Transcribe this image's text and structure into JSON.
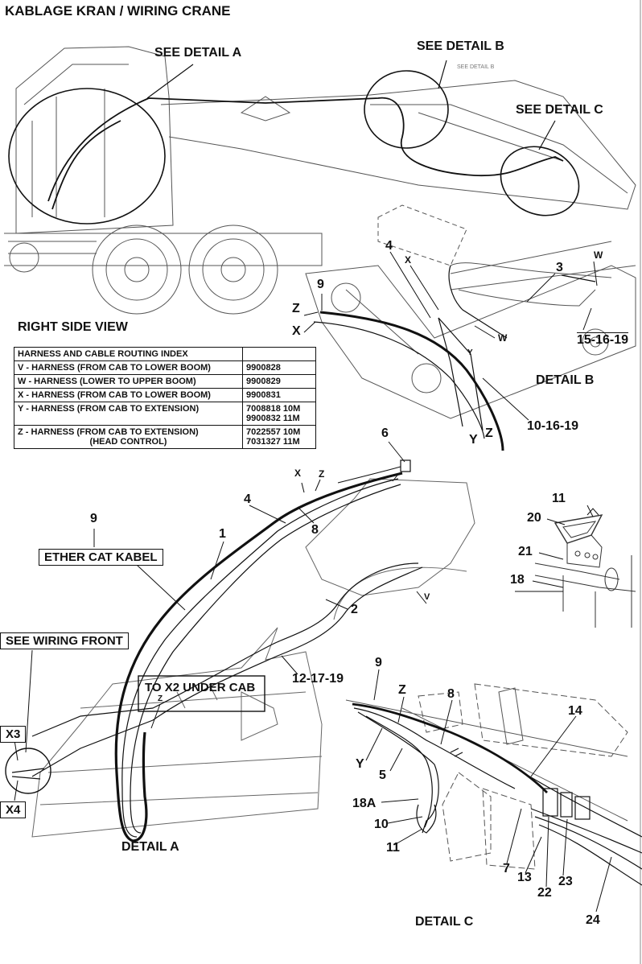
{
  "title": "KABLAGE KRAN / WIRING CRANE",
  "detail_callouts": {
    "see_detail_a": "SEE DETAIL A",
    "see_detail_b": "SEE DETAIL B",
    "see_detail_c": "SEE DETAIL C",
    "see_wiring_front": "SEE WIRING FRONT",
    "to_x2_under_cab": "TO X2 UNDER CAB",
    "ether_cat_kabel": "ETHER CAT KABEL"
  },
  "view_labels": {
    "right_side_view": "RIGHT SIDE VIEW",
    "detail_a": "DETAIL A",
    "detail_b": "DETAIL B",
    "detail_c": "DETAIL C"
  },
  "routing_index": {
    "header": "HARNESS AND CABLE ROUTING INDEX",
    "rows": [
      {
        "desc": "V - HARNESS (FROM CAB TO LOWER BOOM)",
        "code": "9900828"
      },
      {
        "desc": "W - HARNESS (LOWER TO UPPER BOOM)",
        "code": "9900829"
      },
      {
        "desc": "X - HARNESS (FROM CAB TO LOWER BOOM)",
        "code": "9900831"
      },
      {
        "desc": "Y - HARNESS (FROM CAB TO EXTENSION)",
        "code": "7008818 10M",
        "code2": "9900832 11M"
      },
      {
        "desc": "Z - HARNESS  (FROM CAB TO EXTENSION)",
        "desc2": "(HEAD CONTROL)",
        "code": "7022557 10M",
        "code2": "7031327 11M"
      }
    ]
  },
  "detail_b_callouts": {
    "n9": "9",
    "n4": "4",
    "n3": "3",
    "x": "X",
    "w_top": "W",
    "z": "Z",
    "x_big": "X",
    "w": "W",
    "y_small": "Y",
    "ref_15_16_19": "15-16-19",
    "ref_10_16_19": "10-16-19",
    "y_big": "Y",
    "z_big": "Z"
  },
  "detail_a_callouts": {
    "n6": "6",
    "x": "X",
    "z": "Z",
    "n4": "4",
    "n8": "8",
    "n9": "9",
    "n1": "1",
    "v": "V",
    "n2": "2",
    "ref_12_17_19": "12-17-19",
    "z_small": "Z",
    "x3": "X3",
    "x4": "X4"
  },
  "bracket_callouts": {
    "n11": "11",
    "n20": "20",
    "n21": "21",
    "n18": "18"
  },
  "detail_c_callouts": {
    "n9": "9",
    "z": "Z",
    "n8": "8",
    "n14": "14",
    "y": "Y",
    "n5": "5",
    "n18a": "18A",
    "n10": "10",
    "n11": "11",
    "n7": "7",
    "n13": "13",
    "n22": "22",
    "n23": "23",
    "n24": "24"
  },
  "faint_note": "SEE DETAIL B"
}
